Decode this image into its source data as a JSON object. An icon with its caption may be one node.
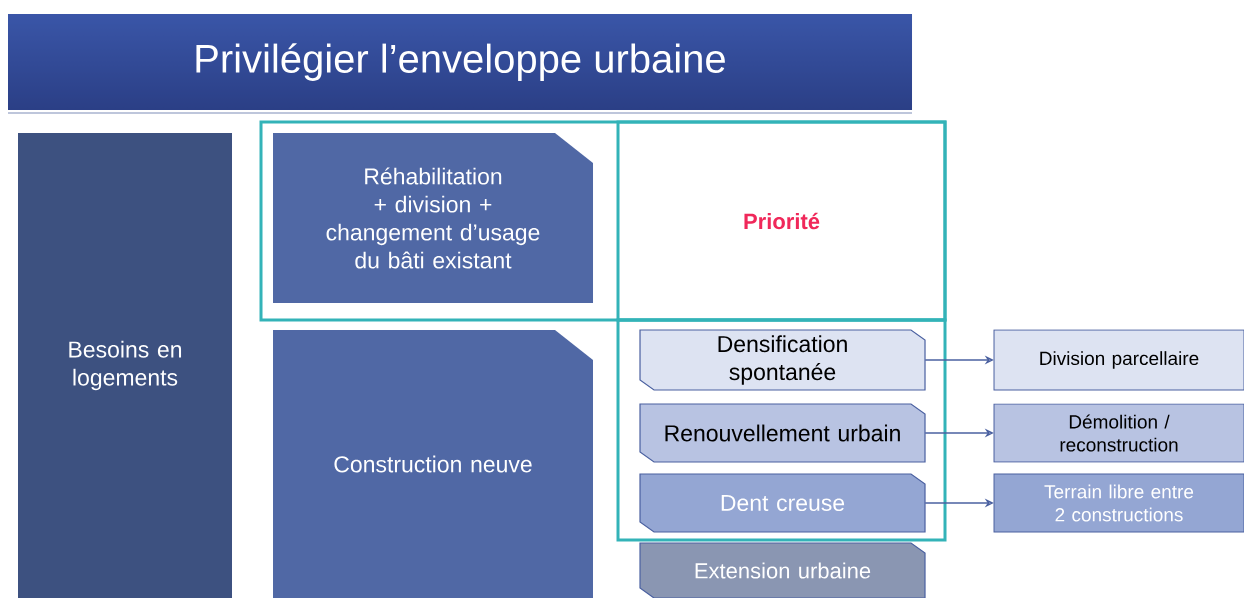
{
  "diagram": {
    "title": "Privilégier l’enveloppe urbaine",
    "nodes": [
      {
        "text": [
          "Besoins en logements"
        ]
      },
      {
        "text": [],
        "shape": "box"
      },
      {
        "text": [
          "Réhabilitation + division + changement d’usage du bâti existant"
        ],
        "in": 1
      },
      {
        "text": [
          "Priorité"
        ],
        "in": 1
      },
      {
        "text": [
          "Construction neuve"
        ]
      },
      {
        "text": [],
        "shape": "box"
      },
      {
        "text": [
          "Densification spontanée"
        ],
        "in": 5
      },
      {
        "text": [
          "Renouvellement urbain"
        ],
        "in": 5
      },
      {
        "text": [
          "Dent creuse"
        ],
        "in": 5
      },
      {
        "text": [
          "Extension urbaine"
        ]
      },
      {
        "text": [
          "Division parcellaire"
        ]
      },
      {
        "text": [
          "Démolition / reconstruction"
        ]
      },
      {
        "text": [
          "Terrain libre entre 2 constructions"
        ]
      }
    ],
    "edges": [
      {
        "from": 6,
        "to": 10,
        "arrow": "to"
      },
      {
        "from": 7,
        "to": 11,
        "arrow": "to"
      },
      {
        "from": 8,
        "to": 12,
        "arrow": "to"
      }
    ]
  }
}
